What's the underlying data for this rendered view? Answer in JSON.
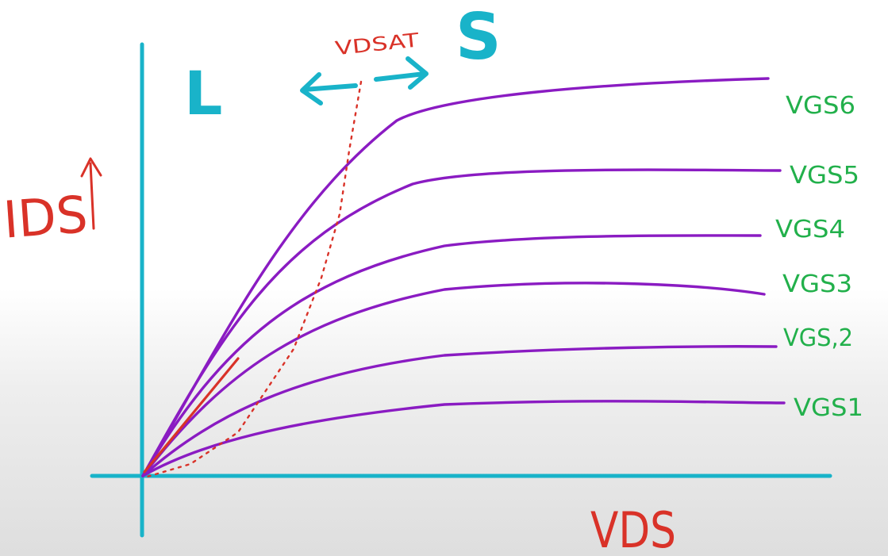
{
  "colors": {
    "axis": "#19b3c9",
    "curve": "#8a1bc2",
    "label_green": "#22b04b",
    "annotation_red": "#d93228",
    "arrow_cyan": "#19b3c9"
  },
  "labels": {
    "y_axis": "IDS",
    "x_axis": "VDS",
    "vdsat": "VDSAT",
    "left_region": "L",
    "right_region": "S"
  },
  "chart_data": {
    "type": "line",
    "title": "",
    "xlabel": "VDS",
    "ylabel": "IDS",
    "series": [
      {
        "name": "VGS6"
      },
      {
        "name": "VGS5"
      },
      {
        "name": "VGS4"
      },
      {
        "name": "VGS3"
      },
      {
        "name": "VGS,2"
      },
      {
        "name": "VGS1"
      }
    ]
  }
}
